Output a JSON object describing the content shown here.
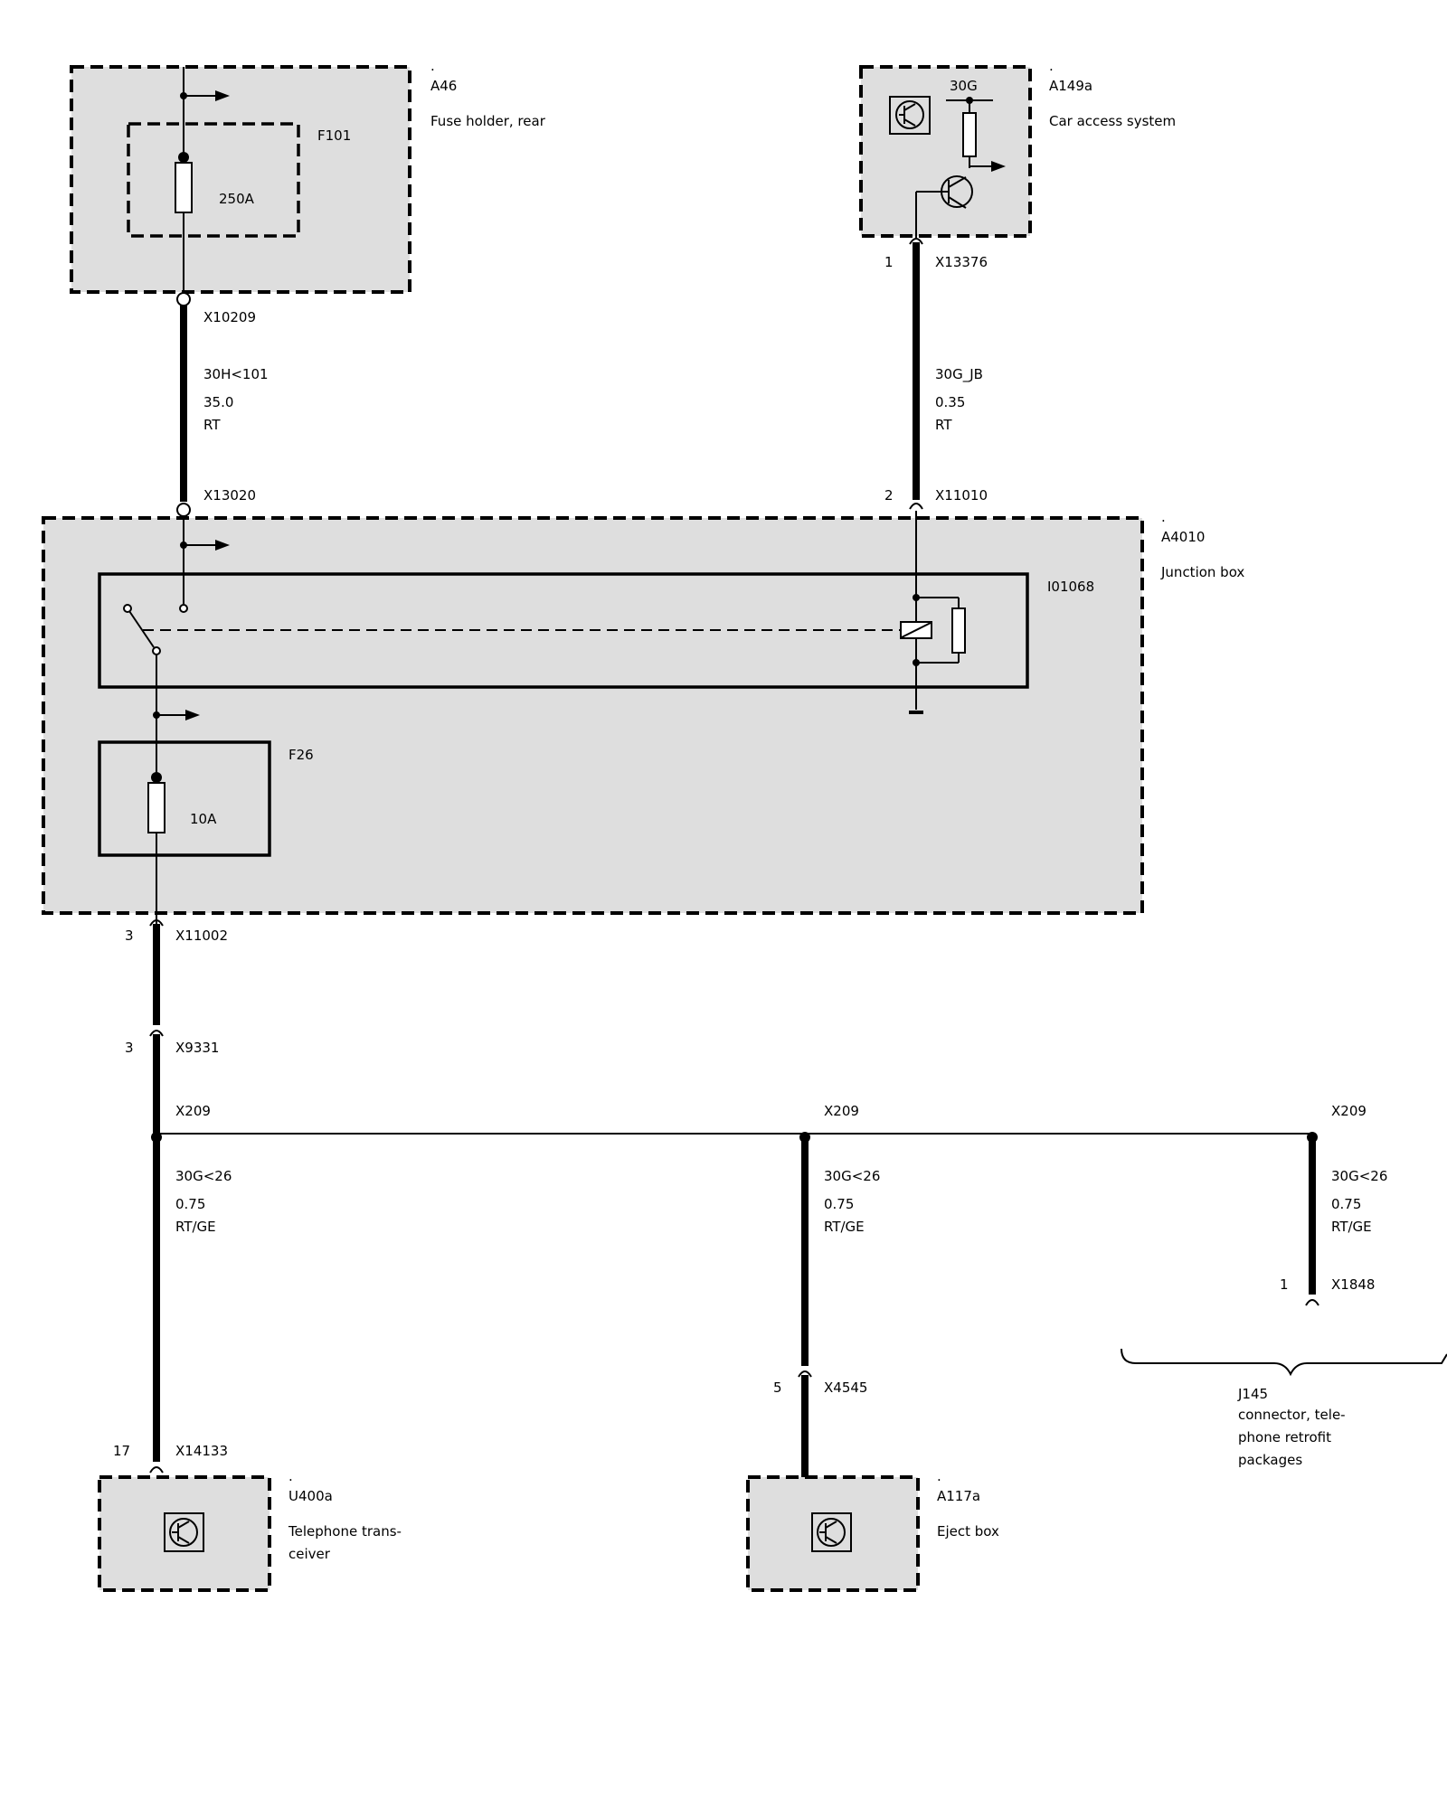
{
  "components": {
    "a46": {
      "dot": ".",
      "id": "A46",
      "name": "Fuse holder, rear"
    },
    "f101": {
      "id": "F101",
      "rating": "250A"
    },
    "a149a": {
      "dot": ".",
      "id": "A149a",
      "name": "Car access system",
      "pin_label": "30G"
    },
    "a4010": {
      "dot": ".",
      "id": "A4010",
      "name": "Junction box"
    },
    "i01068": {
      "id": "I01068"
    },
    "f26": {
      "id": "F26",
      "rating": "10A"
    },
    "u400a": {
      "dot": ".",
      "id": "U400a",
      "name_line1": "Telephone trans-",
      "name_line2": "ceiver"
    },
    "a117a": {
      "dot": ".",
      "id": "A117a",
      "name": "Eject box"
    },
    "j145": {
      "id": "J145",
      "line1": "connector, tele-",
      "line2": "phone retrofit",
      "line3": "packages"
    }
  },
  "connectors": {
    "x10209": {
      "id": "X10209"
    },
    "x13020": {
      "id": "X13020"
    },
    "x13376": {
      "id": "X13376",
      "pin": "1"
    },
    "x11010": {
      "id": "X11010",
      "pin": "2"
    },
    "x11002": {
      "id": "X11002",
      "pin": "3"
    },
    "x9331": {
      "id": "X9331",
      "pin": "3"
    },
    "x209_left": {
      "id": "X209"
    },
    "x209_mid": {
      "id": "X209"
    },
    "x209_right": {
      "id": "X209"
    },
    "x1848": {
      "id": "X1848",
      "pin": "1"
    },
    "x4545": {
      "id": "X4545",
      "pin": "5"
    },
    "x14133": {
      "id": "X14133",
      "pin": "17"
    }
  },
  "wires": {
    "w_30h": {
      "signal": "30H<101",
      "size": "35.0",
      "color": "RT"
    },
    "w_30gjb": {
      "signal": "30G_JB",
      "size": "0.35",
      "color": "RT"
    },
    "w_left": {
      "signal": "30G<26",
      "size": "0.75",
      "color": "RT/GE"
    },
    "w_mid": {
      "signal": "30G<26",
      "size": "0.75",
      "color": "RT/GE"
    },
    "w_right": {
      "signal": "30G<26",
      "size": "0.75",
      "color": "RT/GE"
    }
  }
}
